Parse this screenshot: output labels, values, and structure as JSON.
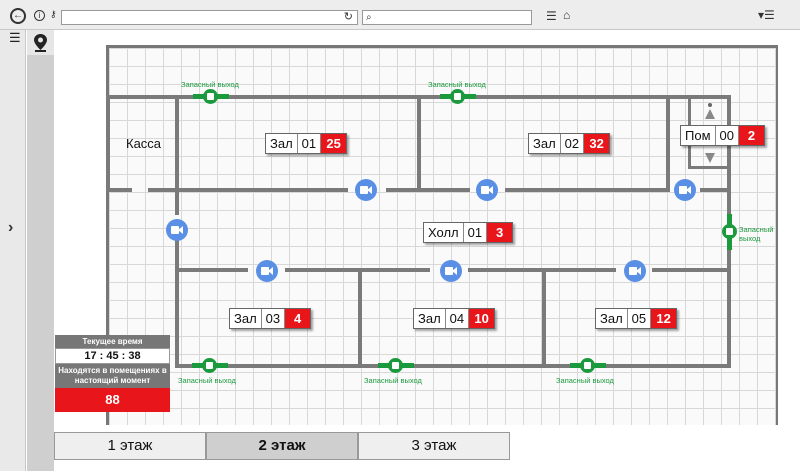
{
  "toolbar": {
    "back_icon": "back-arrow-icon",
    "info_icon": "info-icon",
    "reload_glyph": "C",
    "search_glyph": "Q"
  },
  "plan": {
    "kassa": "Касса",
    "rooms": [
      {
        "name": "Зал",
        "num": "01",
        "count": "25"
      },
      {
        "name": "Зал",
        "num": "02",
        "count": "32"
      },
      {
        "name": "Пом",
        "num": "00",
        "count": "2"
      },
      {
        "name": "Холл",
        "num": "01",
        "count": "3"
      },
      {
        "name": "Зал",
        "num": "03",
        "count": "4"
      },
      {
        "name": "Зал",
        "num": "04",
        "count": "10"
      },
      {
        "name": "Зал",
        "num": "05",
        "count": "12"
      }
    ],
    "exit_label": "Запасный выход",
    "exit_label_right": "Запасный\nвыход"
  },
  "info": {
    "time_label": "Текущее время",
    "time_value": "17 : 45 : 38",
    "present_label": "Находятся в помещениях в настоящий момент",
    "present_value": "88"
  },
  "floors": [
    {
      "label": "1 этаж"
    },
    {
      "label": "2 этаж"
    },
    {
      "label": "3 этаж"
    }
  ],
  "colors": {
    "count_bg": "#e8161b",
    "camera": "#5a8fe6",
    "exit": "#1b9a3d",
    "wall": "#7a7a7a"
  }
}
